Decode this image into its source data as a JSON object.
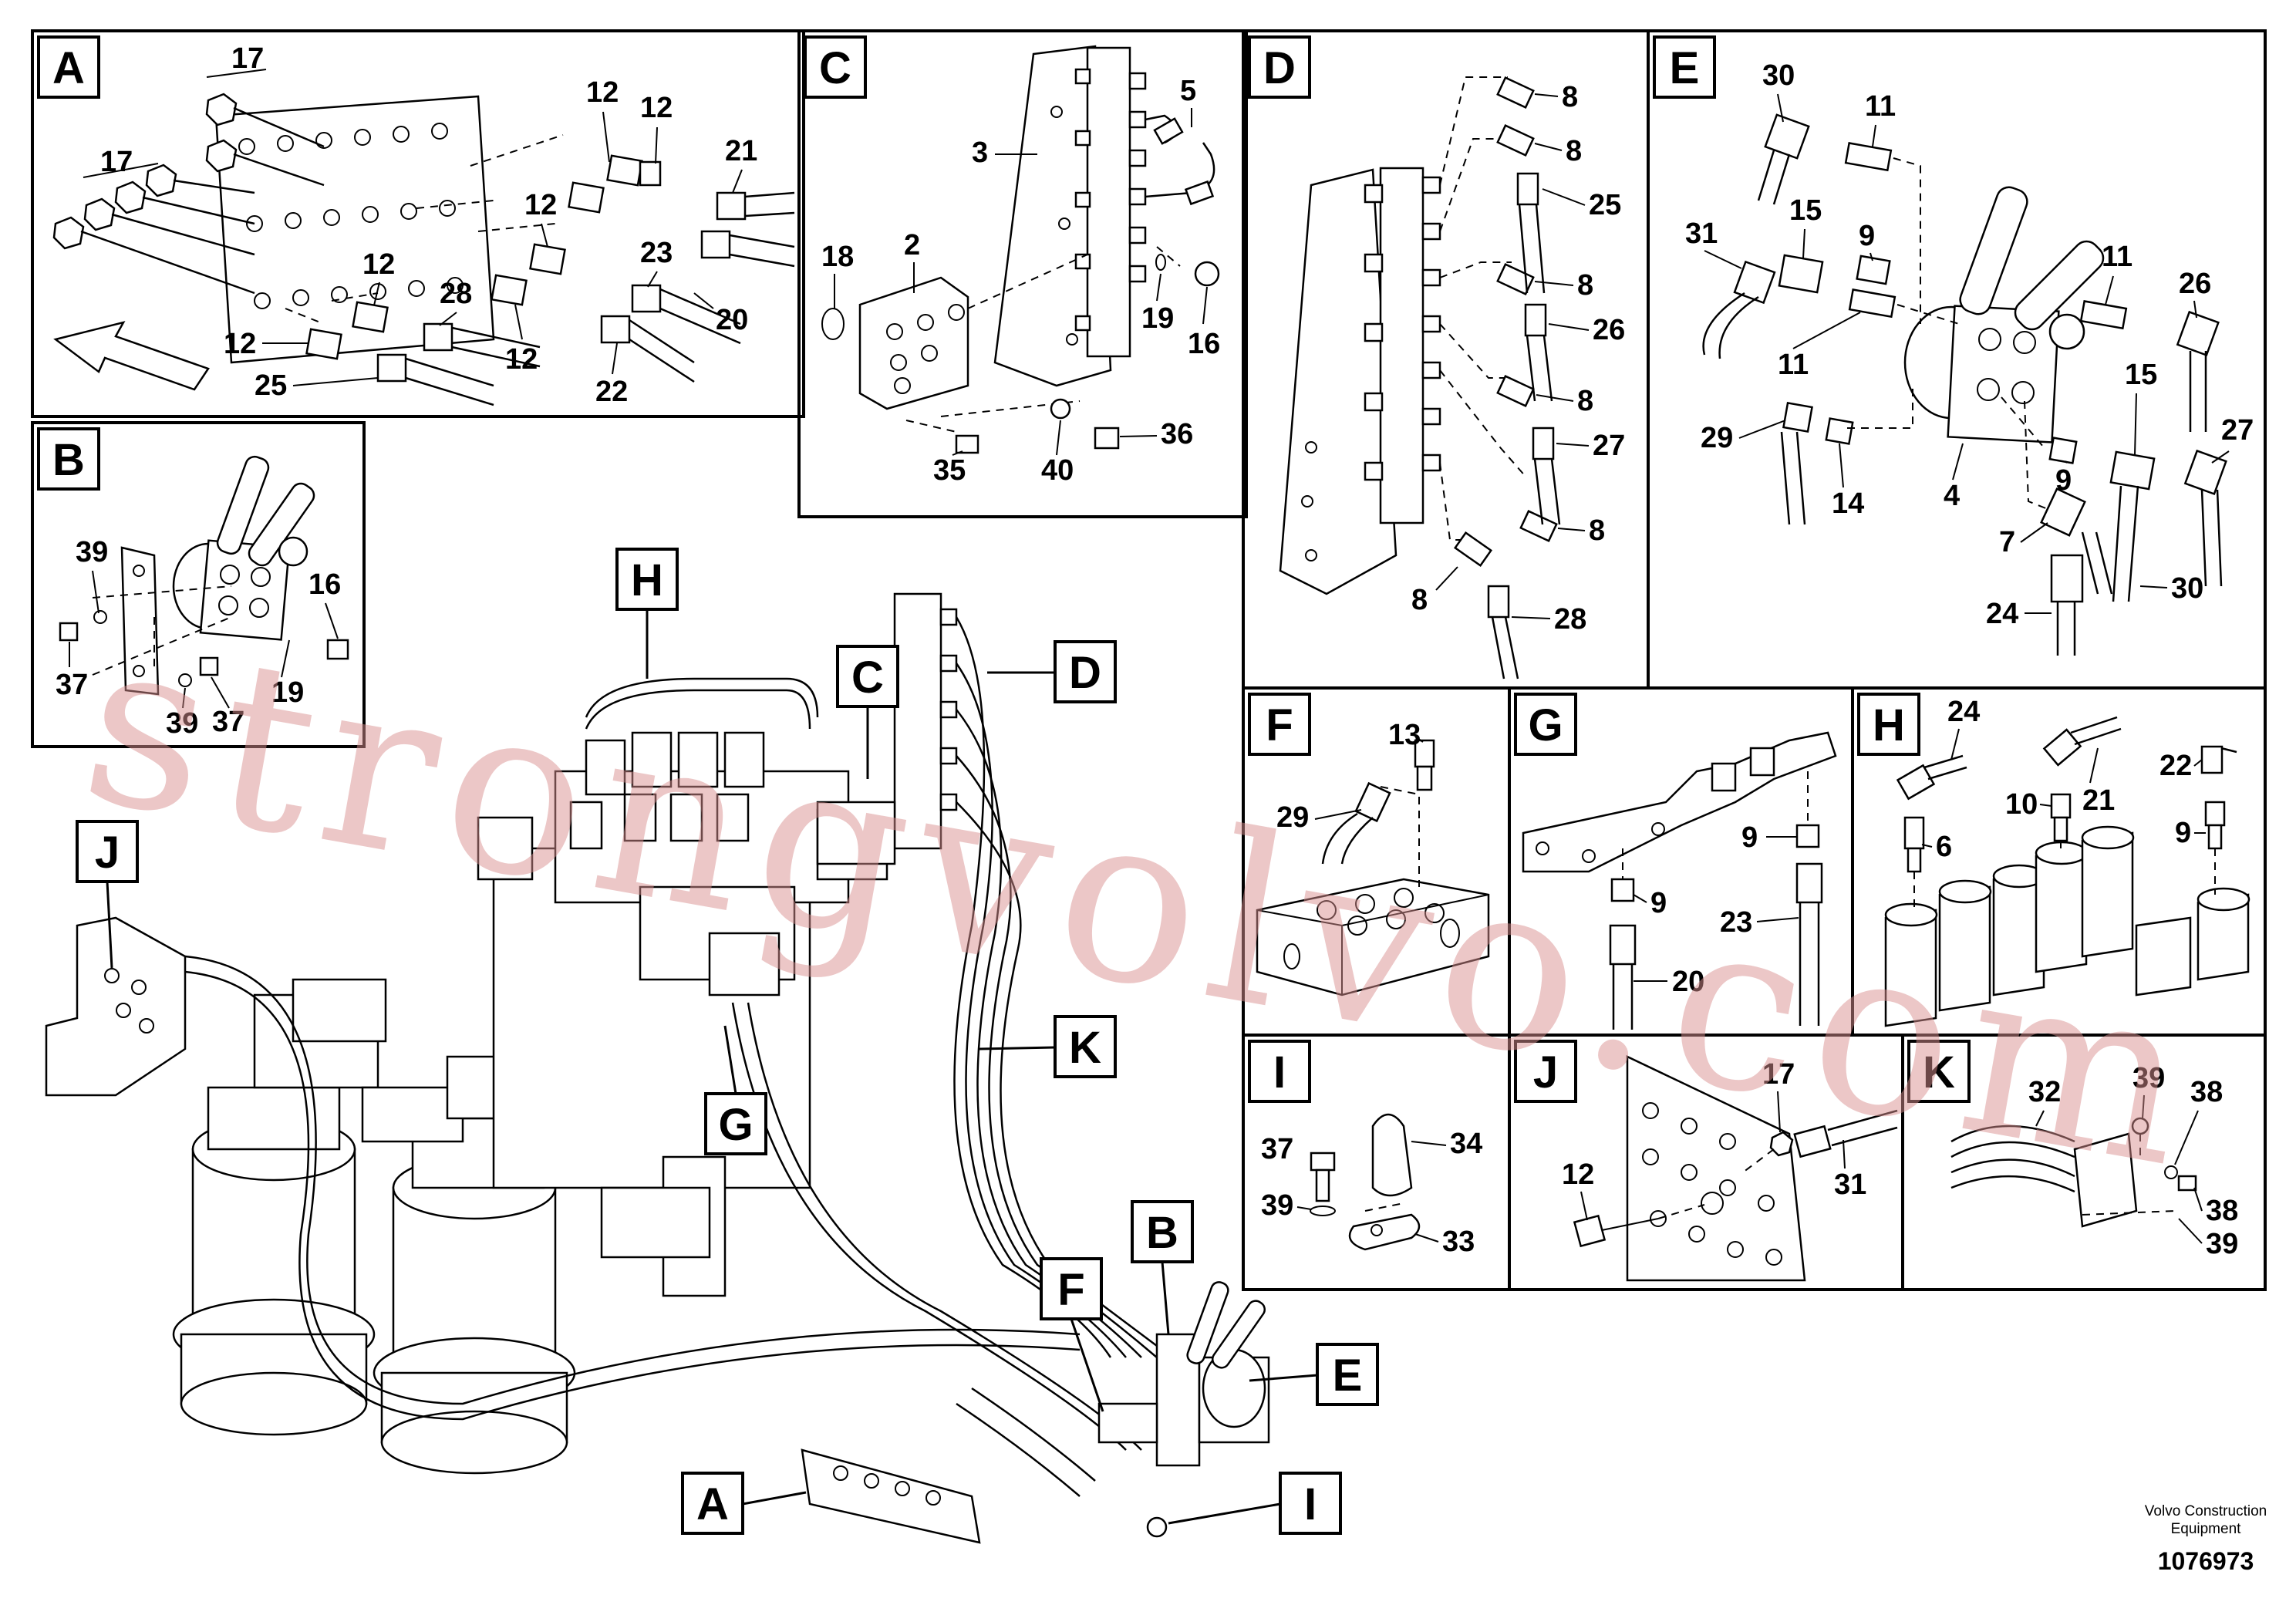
{
  "panels": {
    "A": {
      "label": "A",
      "callouts": [
        "17",
        "17",
        "12",
        "12",
        "21",
        "12",
        "23",
        "12",
        "28",
        "20",
        "12",
        "25",
        "12",
        "22"
      ]
    },
    "B": {
      "label": "B",
      "callouts": [
        "39",
        "16",
        "37",
        "39",
        "37",
        "19"
      ]
    },
    "C": {
      "label": "C",
      "callouts": [
        "5",
        "3",
        "18",
        "2",
        "19",
        "16",
        "35",
        "40",
        "36"
      ]
    },
    "D": {
      "label": "D",
      "callouts": [
        "8",
        "8",
        "25",
        "8",
        "26",
        "8",
        "27",
        "8",
        "8",
        "28"
      ]
    },
    "E": {
      "label": "E",
      "callouts": [
        "30",
        "11",
        "31",
        "15",
        "9",
        "11",
        "26",
        "11",
        "15",
        "27",
        "29",
        "14",
        "4",
        "9",
        "7",
        "24",
        "30"
      ]
    },
    "F": {
      "label": "F",
      "callouts": [
        "13",
        "29"
      ]
    },
    "G": {
      "label": "G",
      "callouts": [
        "9",
        "9",
        "23",
        "20"
      ]
    },
    "H": {
      "label": "H",
      "callouts": [
        "24",
        "21",
        "22",
        "10",
        "6",
        "9"
      ]
    },
    "I": {
      "label": "I",
      "callouts": [
        "37",
        "34",
        "39",
        "33"
      ]
    },
    "J": {
      "label": "J",
      "callouts": [
        "17",
        "12",
        "31"
      ]
    },
    "K": {
      "label": "K",
      "callouts": [
        "39",
        "32",
        "38",
        "38",
        "39"
      ]
    }
  },
  "main_labels": [
    "H",
    "C",
    "D",
    "J",
    "K",
    "G",
    "B",
    "F",
    "E",
    "A",
    "I"
  ],
  "footer": {
    "company_line1": "Volvo Construction",
    "company_line2": "Equipment",
    "doc_number": "1076973"
  },
  "watermark": "strongvolvo.com"
}
